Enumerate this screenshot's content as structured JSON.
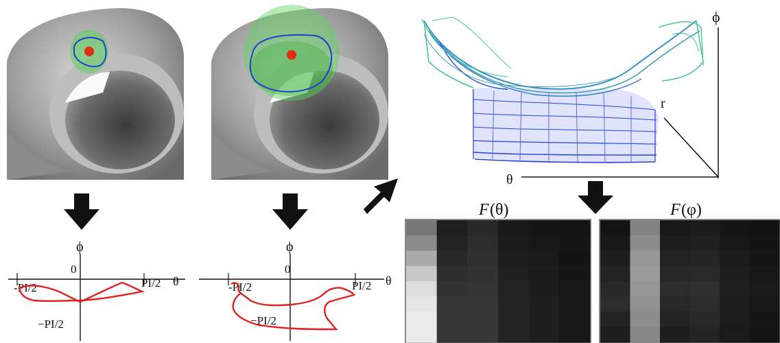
{
  "axes": {
    "phi": "ϕ",
    "theta": "θ",
    "r": "r",
    "zero": "0",
    "neg_half_pi": "-PI/2",
    "pos_half_pi": "PI/2",
    "neg_half_pi_vertical": "−PI/2"
  },
  "histograms": {
    "theta": {
      "label_prefix": "F",
      "label_var": "(θ)"
    },
    "phi": {
      "label_prefix": "F",
      "label_var": "(φ)"
    }
  },
  "colors": {
    "curve_red": "#e02020",
    "sphere_green": "#5ad45a",
    "boundary_blue": "#1f3fd0",
    "point_red": "#e03010",
    "mesh_gray": "#a9a9a9",
    "surface_blue": "#2a3fd8",
    "surface_teal": "#3fb6a0"
  },
  "icons": {
    "arrow": "thick-down-arrow-icon",
    "diagonal_arrow": "diagonal-up-right-arrow-icon"
  }
}
